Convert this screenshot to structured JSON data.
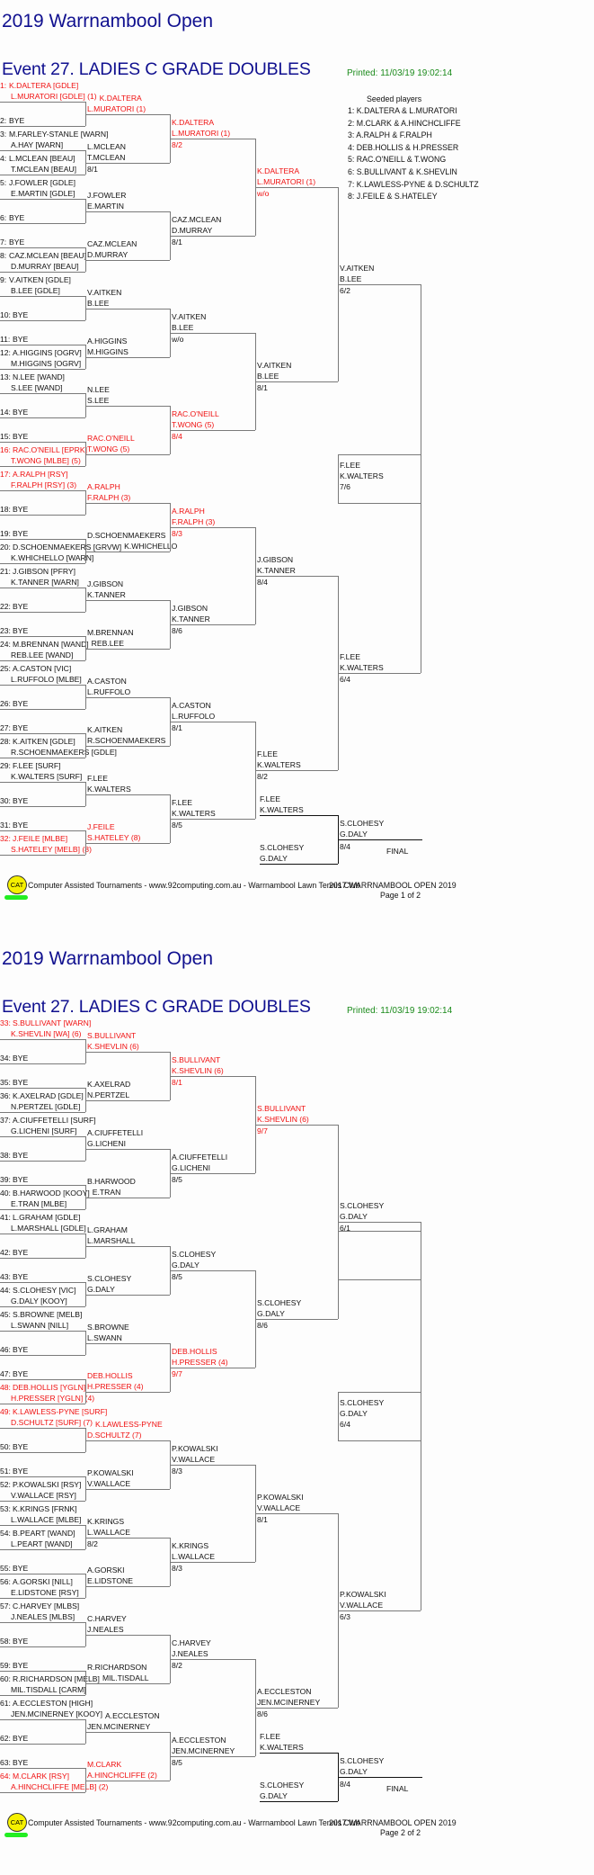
{
  "colors": {
    "title": "#10108f",
    "printed": "#1a8a1a",
    "seeded": "#f01010",
    "lines": "#7a7a7a"
  },
  "pages": [
    {
      "title": "2019 Warrnambool Open",
      "event": "Event 27. LADIES C GRADE DOUBLES",
      "printed": "Printed: 11/03/19 19:02:14",
      "seeded": {
        "heading": "Seeded players",
        "items": [
          "1: K.DALTERA & L.MURATORI",
          "2: M.CLARK & A.HINCHCLIFFE",
          "3: A.RALPH & F.RALPH",
          "4: DEB.HOLLIS & H.PRESSER",
          "5: RAC.O'NEILL & T.WONG",
          "6: S.BULLIVANT & K.SHEVLIN",
          "7: K.LAWLESS-PYNE & D.SCHULTZ",
          "8: J.FEILE & S.HATELEY"
        ]
      },
      "round1": [
        [
          "1:",
          "K.DALTERA [GDLE]",
          "L.MURATORI [GDLE] (1)",
          true
        ],
        [
          "2:",
          "BYE",
          "",
          false
        ],
        [
          "3:",
          "M.FARLEY-STANLE [WARN]",
          "A.HAY [WARN]",
          false
        ],
        [
          "4:",
          "L.MCLEAN [BEAU]",
          "T.MCLEAN [BEAU]",
          false
        ],
        [
          "5:",
          "J.FOWLER [GDLE]",
          "E.MARTIN [GDLE]",
          false
        ],
        [
          "6:",
          "BYE",
          "",
          false
        ],
        [
          "7:",
          "BYE",
          "",
          false
        ],
        [
          "8:",
          "CAZ.MCLEAN [BEAU]",
          "D.MURRAY [BEAU]",
          false
        ],
        [
          "9:",
          "V.AITKEN [GDLE]",
          "B.LEE [GDLE]",
          false
        ],
        [
          "10:",
          "BYE",
          "",
          false
        ],
        [
          "11:",
          "BYE",
          "",
          false
        ],
        [
          "12:",
          "A.HIGGINS [OGRV]",
          "M.HIGGINS [OGRV]",
          false
        ],
        [
          "13:",
          "N.LEE [WAND]",
          "S.LEE [WAND]",
          false
        ],
        [
          "14:",
          "BYE",
          "",
          false
        ],
        [
          "15:",
          "BYE",
          "",
          false
        ],
        [
          "16:",
          "RAC.O'NEILL [EPRK]",
          "T.WONG [MLBE] (5)",
          true
        ],
        [
          "17:",
          "A.RALPH [RSY]",
          "F.RALPH [RSY] (3)",
          true
        ],
        [
          "18:",
          "BYE",
          "",
          false
        ],
        [
          "19:",
          "BYE",
          "",
          false
        ],
        [
          "20:",
          "D.SCHOENMAEKERS [GRVW]",
          "K.WHICHELLO [WARN]",
          false
        ],
        [
          "21:",
          "J.GIBSON [PFRY]",
          "K.TANNER [WARN]",
          false
        ],
        [
          "22:",
          "BYE",
          "",
          false
        ],
        [
          "23:",
          "BYE",
          "",
          false
        ],
        [
          "24:",
          "M.BRENNAN [WAND]",
          "REB.LEE [WAND]",
          false
        ],
        [
          "25:",
          "A.CASTON [VIC]",
          "L.RUFFOLO [MLBE]",
          false
        ],
        [
          "26:",
          "BYE",
          "",
          false
        ],
        [
          "27:",
          "BYE",
          "",
          false
        ],
        [
          "28:",
          "K.AITKEN [GDLE]",
          "R.SCHOENMAEKERS [GDLE]",
          false
        ],
        [
          "29:",
          "F.LEE [SURF]",
          "K.WALTERS [SURF]",
          false
        ],
        [
          "30:",
          "BYE",
          "",
          false
        ],
        [
          "31:",
          "BYE",
          "",
          false
        ],
        [
          "32:",
          "J.FEILE [MLBE]",
          "S.HATELEY [MELB] (8)",
          true
        ]
      ],
      "rounds": [
        [
          [
            "K.DALTERA",
            "L.MURATORI (1)",
            "",
            true
          ],
          [
            "L.MCLEAN",
            "T.MCLEAN",
            "8/1",
            false
          ],
          [
            "J.FOWLER",
            "E.MARTIN",
            "",
            false
          ],
          [
            "CAZ.MCLEAN",
            "D.MURRAY",
            "",
            false
          ],
          [
            "V.AITKEN",
            "B.LEE",
            "",
            false
          ],
          [
            "A.HIGGINS",
            "M.HIGGINS",
            "",
            false
          ],
          [
            "N.LEE",
            "S.LEE",
            "",
            false
          ],
          [
            "RAC.O'NEILL",
            "T.WONG (5)",
            "",
            true
          ],
          [
            "A.RALPH",
            "F.RALPH (3)",
            "",
            true
          ],
          [
            "D.SCHOENMAEKERS",
            "K.WHICHELLO",
            "",
            false
          ],
          [
            "J.GIBSON",
            "K.TANNER",
            "",
            false
          ],
          [
            "M.BRENNAN",
            "REB.LEE",
            "",
            false
          ],
          [
            "A.CASTON",
            "L.RUFFOLO",
            "",
            false
          ],
          [
            "K.AITKEN",
            "R.SCHOENMAEKERS",
            "",
            false
          ],
          [
            "F.LEE",
            "K.WALTERS",
            "",
            false
          ],
          [
            "J.FEILE",
            "S.HATELEY (8)",
            "",
            true
          ]
        ],
        [
          [
            "K.DALTERA",
            "L.MURATORI (1)",
            "8/2",
            true
          ],
          [
            "CAZ.MCLEAN",
            "D.MURRAY",
            "8/1",
            false
          ],
          [
            "V.AITKEN",
            "B.LEE",
            "w/o",
            false
          ],
          [
            "RAC.O'NEILL",
            "T.WONG (5)",
            "8/4",
            true
          ],
          [
            "A.RALPH",
            "F.RALPH (3)",
            "8/3",
            true
          ],
          [
            "J.GIBSON",
            "K.TANNER",
            "8/6",
            false
          ],
          [
            "A.CASTON",
            "L.RUFFOLO",
            "8/1",
            false
          ],
          [
            "F.LEE",
            "K.WALTERS",
            "8/5",
            false
          ]
        ],
        [
          [
            "K.DALTERA",
            "L.MURATORI (1)",
            "w/o",
            true
          ],
          [
            "V.AITKEN",
            "B.LEE",
            "8/1",
            false
          ],
          [
            "J.GIBSON",
            "K.TANNER",
            "8/4",
            false
          ],
          [
            "F.LEE",
            "K.WALTERS",
            "8/2",
            false
          ]
        ],
        [
          [
            "V.AITKEN",
            "B.LEE",
            "6/2",
            false
          ],
          [
            "F.LEE",
            "K.WALTERS",
            "6/4",
            false
          ]
        ]
      ],
      "semi": [
        "F.LEE",
        "K.WALTERS",
        "7/6"
      ],
      "final": {
        "top": [
          "F.LEE",
          "K.WALTERS"
        ],
        "bottom": [
          "S.CLOHESY",
          "G.DALY"
        ],
        "winner": [
          "S.CLOHESY",
          "G.DALY"
        ],
        "score": "8/4",
        "label": "FINAL"
      },
      "footer": {
        "logo": "CAT",
        "text": "Computer Assisted Tournaments - www.92computing.com.au -  Warrnambool Lawn Tennis Club",
        "event": "2017 WARRNAMBOOL OPEN 2019",
        "page": "Page 1 of 2"
      }
    },
    {
      "title": "2019 Warrnambool Open",
      "event": "Event 27. LADIES C GRADE DOUBLES",
      "printed": "Printed: 11/03/19 19:02:14",
      "round1": [
        [
          "33:",
          "S.BULLIVANT [WARN]",
          "K.SHEVLIN [WA] (6)",
          true
        ],
        [
          "34:",
          "BYE",
          "",
          false
        ],
        [
          "35:",
          "BYE",
          "",
          false
        ],
        [
          "36:",
          "K.AXELRAD [GDLE]",
          "N.PERTZEL [GDLE]",
          false
        ],
        [
          "37:",
          "A.CIUFFETELLI [SURF]",
          "G.LICHENI [SURF]",
          false
        ],
        [
          "38:",
          "BYE",
          "",
          false
        ],
        [
          "39:",
          "BYE",
          "",
          false
        ],
        [
          "40:",
          "B.HARWOOD [KOOY]",
          "E.TRAN [MLBE]",
          false
        ],
        [
          "41:",
          "L.GRAHAM [GDLE]",
          "L.MARSHALL [GDLE]",
          false
        ],
        [
          "42:",
          "BYE",
          "",
          false
        ],
        [
          "43:",
          "BYE",
          "",
          false
        ],
        [
          "44:",
          "S.CLOHESY [VIC]",
          "G.DALY [KOOY]",
          false
        ],
        [
          "45:",
          "S.BROWNE [MELB]",
          "L.SWANN [NILL]",
          false
        ],
        [
          "46:",
          "BYE",
          "",
          false
        ],
        [
          "47:",
          "BYE",
          "",
          false
        ],
        [
          "48:",
          "DEB.HOLLIS [YGLN]",
          "H.PRESSER [YGLN] (4)",
          true
        ],
        [
          "49:",
          "K.LAWLESS-PYNE [SURF]",
          "D.SCHULTZ [SURF] (7)",
          true
        ],
        [
          "50:",
          "BYE",
          "",
          false
        ],
        [
          "51:",
          "BYE",
          "",
          false
        ],
        [
          "52:",
          "P.KOWALSKI [RSY]",
          "V.WALLACE [RSY]",
          false
        ],
        [
          "53:",
          "K.KRINGS [FRNK]",
          "L.WALLACE [MLBE]",
          false
        ],
        [
          "54:",
          "B.PEART [WAND]",
          "L.PEART [WAND]",
          false
        ],
        [
          "55:",
          "BYE",
          "",
          false
        ],
        [
          "56:",
          "A.GORSKI [NILL]",
          "E.LIDSTONE [RSY]",
          false
        ],
        [
          "57:",
          "C.HARVEY [MLBS]",
          "J.NEALES [MLBS]",
          false
        ],
        [
          "58:",
          "BYE",
          "",
          false
        ],
        [
          "59:",
          "BYE",
          "",
          false
        ],
        [
          "60:",
          "R.RICHARDSON [MELB]",
          "MIL.TISDALL [CARM]",
          false
        ],
        [
          "61:",
          "A.ECCLESTON [HIGH]",
          "JEN.MCINERNEY [KOOY]",
          false
        ],
        [
          "62:",
          "BYE",
          "",
          false
        ],
        [
          "63:",
          "BYE",
          "",
          false
        ],
        [
          "64:",
          "M.CLARK [RSY]",
          "A.HINCHCLIFFE [MELB] (2)",
          true
        ]
      ],
      "rounds": [
        [
          [
            "S.BULLIVANT",
            "K.SHEVLIN (6)",
            "",
            true
          ],
          [
            "K.AXELRAD",
            "N.PERTZEL",
            "",
            false
          ],
          [
            "A.CIUFFETELLI",
            "G.LICHENI",
            "",
            false
          ],
          [
            "B.HARWOOD",
            "E.TRAN",
            "",
            false
          ],
          [
            "L.GRAHAM",
            "L.MARSHALL",
            "",
            false
          ],
          [
            "S.CLOHESY",
            "G.DALY",
            "",
            false
          ],
          [
            "S.BROWNE",
            "L.SWANN",
            "",
            false
          ],
          [
            "DEB.HOLLIS",
            "H.PRESSER (4)",
            "",
            true
          ],
          [
            "K.LAWLESS-PYNE",
            "D.SCHULTZ (7)",
            "",
            true
          ],
          [
            "P.KOWALSKI",
            "V.WALLACE",
            "",
            false
          ],
          [
            "K.KRINGS",
            "L.WALLACE",
            "8/2",
            false
          ],
          [
            "A.GORSKI",
            "E.LIDSTONE",
            "",
            false
          ],
          [
            "C.HARVEY",
            "J.NEALES",
            "",
            false
          ],
          [
            "R.RICHARDSON",
            "MIL.TISDALL",
            "",
            false
          ],
          [
            "A.ECCLESTON",
            "JEN.MCINERNEY",
            "",
            false
          ],
          [
            "M.CLARK",
            "A.HINCHCLIFFE (2)",
            "",
            true
          ]
        ],
        [
          [
            "S.BULLIVANT",
            "K.SHEVLIN (6)",
            "8/1",
            true
          ],
          [
            "A.CIUFFETELLI",
            "G.LICHENI",
            "8/5",
            false
          ],
          [
            "S.CLOHESY",
            "G.DALY",
            "8/5",
            false
          ],
          [
            "DEB.HOLLIS",
            "H.PRESSER (4)",
            "9/7",
            true
          ],
          [
            "P.KOWALSKI",
            "V.WALLACE",
            "8/3",
            false
          ],
          [
            "K.KRINGS",
            "L.WALLACE",
            "8/3",
            false
          ],
          [
            "C.HARVEY",
            "J.NEALES",
            "8/2",
            false
          ],
          [
            "A.ECCLESTON",
            "JEN.MCINERNEY",
            "8/5",
            false
          ]
        ],
        [
          [
            "S.BULLIVANT",
            "K.SHEVLIN (6)",
            "9/7",
            true
          ],
          [
            "S.CLOHESY",
            "G.DALY",
            "8/6",
            false
          ],
          [
            "P.KOWALSKI",
            "V.WALLACE",
            "8/1",
            false
          ],
          [
            "A.ECCLESTON",
            "JEN.MCINERNEY",
            "8/6",
            false
          ]
        ],
        [
          [
            "S.CLOHESY",
            "G.DALY",
            "6/1",
            false
          ],
          [
            "P.KOWALSKI",
            "V.WALLACE",
            "6/3",
            false
          ]
        ]
      ],
      "semi": [
        "S.CLOHESY",
        "G.DALY",
        "6/4"
      ],
      "final": {
        "top": [
          "F.LEE",
          "K.WALTERS"
        ],
        "bottom": [
          "S.CLOHESY",
          "G.DALY"
        ],
        "winner": [
          "S.CLOHESY",
          "G.DALY"
        ],
        "score": "8/4",
        "label": "FINAL"
      },
      "footer": {
        "logo": "CAT",
        "text": "Computer Assisted Tournaments - www.92computing.com.au -  Warrnambool Lawn Tennis Club",
        "event": "2017 WARRNAMBOOL OPEN 2019",
        "page": "Page 2 of 2"
      }
    }
  ]
}
